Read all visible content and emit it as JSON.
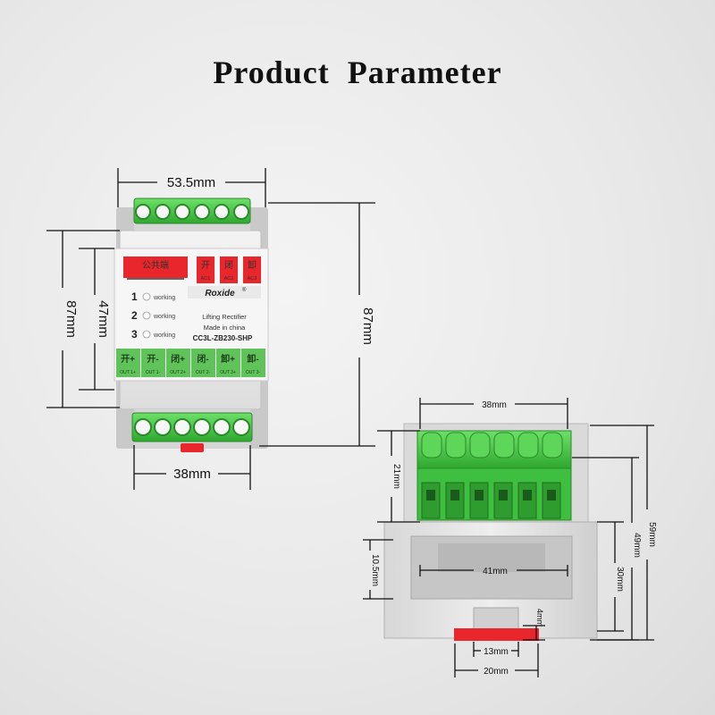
{
  "title": "Product  Parameter",
  "front_view": {
    "brand": "Roxide",
    "brand_mark": "®",
    "product_line1": "Lifting Rectifier",
    "product_line2": "Made in china",
    "model": "CC3L-ZB230-SHP",
    "common_label": "公共端",
    "top_labels": [
      {
        "cn": "开",
        "sub": "AC1"
      },
      {
        "cn": "闭",
        "sub": "AC2"
      },
      {
        "cn": "卸",
        "sub": "AC3"
      }
    ],
    "indicators": [
      {
        "num": "1",
        "text": "working"
      },
      {
        "num": "2",
        "text": "working"
      },
      {
        "num": "3",
        "text": "working"
      }
    ],
    "bottom_labels": [
      {
        "cn": "开+",
        "sub": "OUT 1+"
      },
      {
        "cn": "开-",
        "sub": "OUT 1-"
      },
      {
        "cn": "闭+",
        "sub": "OUT 2+"
      },
      {
        "cn": "闭-",
        "sub": "OUT 2-"
      },
      {
        "cn": "卸+",
        "sub": "OUT 3+"
      },
      {
        "cn": "卸-",
        "sub": "OUT 3-"
      }
    ],
    "dims": {
      "top_width": "53.5mm",
      "bottom_width": "38mm",
      "left_height": "87mm",
      "inner_height": "47mm",
      "right_height": "87mm"
    }
  },
  "side_view": {
    "dims": {
      "top_width": "38mm",
      "terminal_height": "21mm",
      "total_height": "59mm",
      "body_height": "49mm",
      "rail_height": "30mm",
      "slot_height": "10.5mm",
      "slot_width": "41mm",
      "clip_height": "4mm",
      "clip_inner": "13mm",
      "clip_width": "20mm"
    }
  },
  "colors": {
    "terminal_green": "#3fbf3f",
    "label_red": "#e8262b",
    "label_green": "#5fc35a",
    "housing": "#e4e4e4"
  }
}
